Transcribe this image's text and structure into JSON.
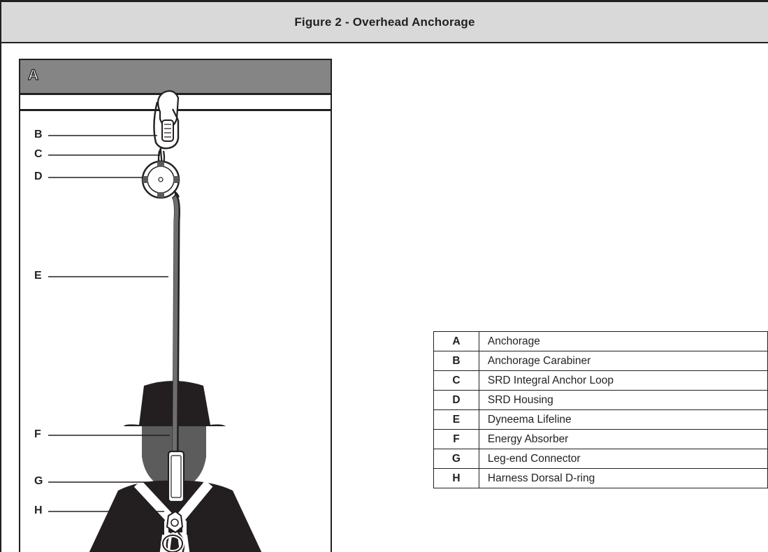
{
  "figure": {
    "title": "Figure 2 - Overhead Anchorage"
  },
  "panel": {
    "letter": "A"
  },
  "callouts": [
    {
      "letter": "B"
    },
    {
      "letter": "C"
    },
    {
      "letter": "D"
    },
    {
      "letter": "E"
    },
    {
      "letter": "F"
    },
    {
      "letter": "G"
    },
    {
      "letter": "H"
    }
  ],
  "legend": [
    {
      "key": "A",
      "label": "Anchorage"
    },
    {
      "key": "B",
      "label": "Anchorage Carabiner"
    },
    {
      "key": "C",
      "label": "SRD Integral Anchor Loop"
    },
    {
      "key": "D",
      "label": "SRD Housing"
    },
    {
      "key": "E",
      "label": "Dyneema Lifeline"
    },
    {
      "key": "F",
      "label": "Energy Absorber"
    },
    {
      "key": "G",
      "label": "Leg-end Connector"
    },
    {
      "key": "H",
      "label": "Harness Dorsal D-ring"
    }
  ],
  "colors": {
    "header_bg": "#d9d9d9",
    "panel_header_bg": "#858585",
    "silhouette": "#231f20",
    "face": "#5c5c5c",
    "lifeline": "#6d6e71"
  }
}
